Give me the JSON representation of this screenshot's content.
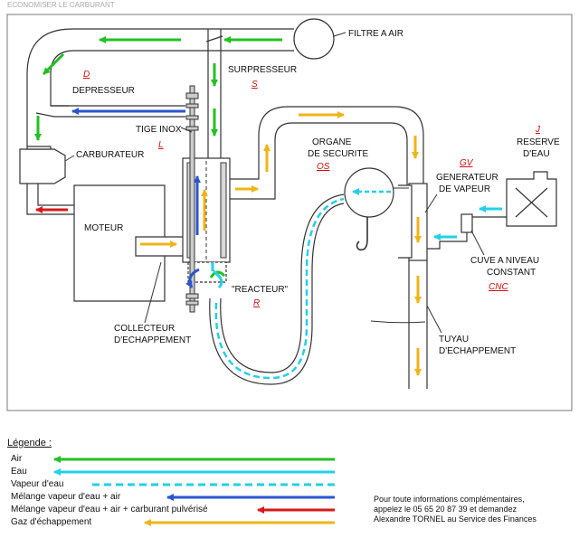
{
  "top_text": "ECONOMISER LE CARBURANT",
  "labels": {
    "filtre": "FILTRE A AIR",
    "surpresseur": "SURPRESSEUR",
    "surpresseur_code": "S",
    "depresseur": "DEPRESSEUR",
    "depresseur_code": "D",
    "tige": "TIGE INOX",
    "tige_code": "L",
    "carburateur": "CARBURATEUR",
    "moteur": "MOTEUR",
    "reacteur": "\"REACTEUR\"",
    "reacteur_code": "R",
    "collecteur_1": "COLLECTEUR",
    "collecteur_2": "D'ECHAPPEMENT",
    "organe_1": "ORGANE",
    "organe_2": "DE SECURITE",
    "organe_code": "OS",
    "generateur_1": "GENERATEUR",
    "generateur_2": "DE VAPEUR",
    "generateur_code": "GV",
    "reserve_1": "RESERVE",
    "reserve_2": "D'EAU",
    "reserve_code": "J",
    "cuve_1": "CUVE A NIVEAU",
    "cuve_2": "CONSTANT",
    "cuve_code": "CNC",
    "tuyau_1": "TUYAU",
    "tuyau_2": "D'ECHAPPEMENT"
  },
  "legend": {
    "title": "Légende :",
    "items": [
      {
        "label": "Air",
        "color": "#22c022",
        "style": "solid"
      },
      {
        "label": "Eau",
        "color": "#22d0e8",
        "style": "solid"
      },
      {
        "label": "Vapeur d'eau",
        "color": "#22d0e8",
        "style": "dashed"
      },
      {
        "label": "Mélange vapeur d'eau + air",
        "color": "#2a55d0",
        "style": "solid"
      },
      {
        "label": "Mélange vapeur d'eau + air + carburant pulvérisé",
        "color": "#d81818",
        "style": "solid"
      },
      {
        "label": "Gaz d'échappement",
        "color": "#f0b418",
        "style": "solid"
      }
    ]
  },
  "info": {
    "line1": "Pour toute informations complémentaires,",
    "line2": "appelez le 05 65 20 87 39 et demandez",
    "line3": "Alexandre TORNEL au Service des Finances"
  }
}
